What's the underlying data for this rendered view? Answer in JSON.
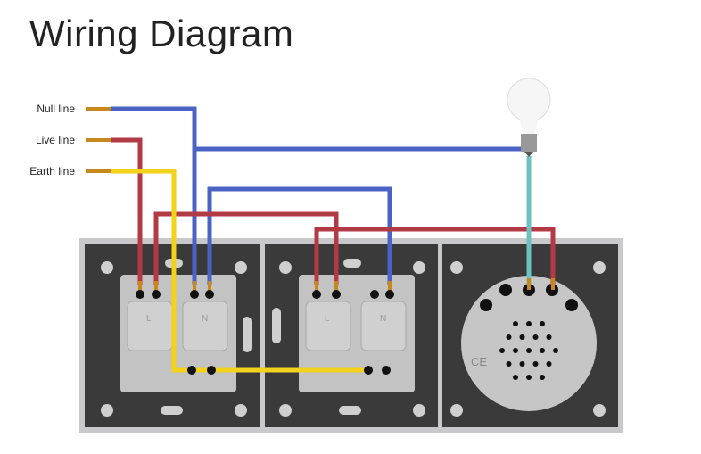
{
  "title": "Wiring Diagram",
  "labels": {
    "null": "Null line",
    "live": "Live line",
    "earth": "Earth line"
  },
  "socket_marks": {
    "live": "L",
    "neutral": "N"
  },
  "switch_mark": "CE",
  "colors": {
    "null": "#4a63c4",
    "live": "#b23a44",
    "earth": "#f2d21a",
    "load": "#6fc0c0",
    "plate": "#3a3a3a",
    "frame": "#c9c9cc",
    "module": "#c3c3c3"
  }
}
